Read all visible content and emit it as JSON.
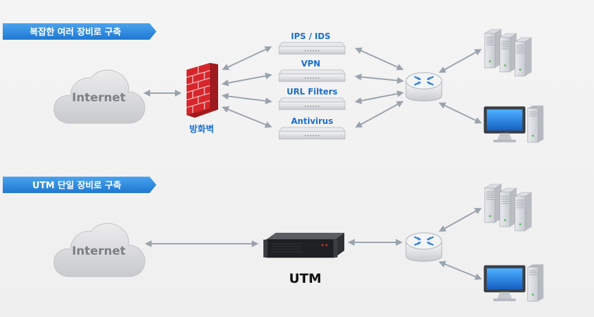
{
  "sections": [
    {
      "title": "복잡한 여러 장비로 구축",
      "internet_label": "Internet",
      "firewall_label": "방화벽",
      "devices": [
        "IPS / IDS",
        "VPN",
        "URL Filters",
        "Antivirus"
      ]
    },
    {
      "title": "UTM 단일 장비로 구축",
      "internet_label": "Internet",
      "utm_label": "UTM"
    }
  ],
  "colors": {
    "banner": "#2f8fe0",
    "device_label": "#1a6fd0",
    "firewall_label": "#1a6fd0",
    "brick": "#d7262b",
    "arrow": "#9aa3ad",
    "cloud": "#d9dadc"
  },
  "icons": {
    "cloud": "cloud-icon",
    "firewall": "firewall-icon",
    "router": "router-icon",
    "server": "server-icon",
    "desktop": "desktop-icon",
    "appliance": "rack-appliance-icon"
  }
}
